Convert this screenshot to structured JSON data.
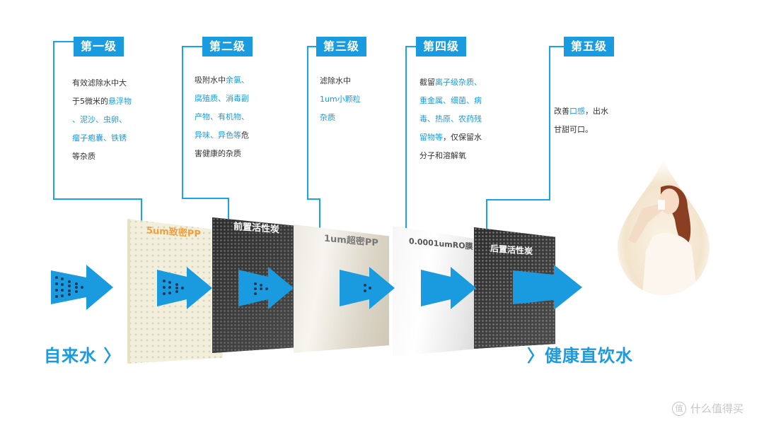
{
  "levels": [
    {
      "badge": "第一级",
      "lines": [
        [
          {
            "t": "有效滤除水中大",
            "hl": false
          }
        ],
        [
          {
            "t": "于5微米的",
            "hl": false
          },
          {
            "t": "悬浮物",
            "hl": true
          }
        ],
        [
          {
            "t": "、泥沙、虫卵、",
            "hl": true
          }
        ],
        [
          {
            "t": "瘤子疱囊、铁锈",
            "hl": true
          }
        ],
        [
          {
            "t": "等杂质",
            "hl": false
          }
        ]
      ],
      "filter_label": "5um致密PP"
    },
    {
      "badge": "第二级",
      "lines": [
        [
          {
            "t": "吸附水中",
            "hl": false
          },
          {
            "t": "余氯、",
            "hl": true
          }
        ],
        [
          {
            "t": "腐殖质、消毒副",
            "hl": true
          }
        ],
        [
          {
            "t": "产物、有机物、",
            "hl": true
          }
        ],
        [
          {
            "t": "异味、异色等",
            "hl": true
          },
          {
            "t": "危",
            "hl": false
          }
        ],
        [
          {
            "t": "害健康的杂质",
            "hl": false
          }
        ]
      ],
      "filter_label": "前置活性炭"
    },
    {
      "badge": "第三级",
      "lines": [
        [
          {
            "t": "滤除水中",
            "hl": false
          }
        ],
        [
          {
            "t": "1um小颗粒",
            "hl": true
          }
        ],
        [
          {
            "t": "杂质",
            "hl": true
          }
        ]
      ],
      "filter_label": "1um超密PP"
    },
    {
      "badge": "第四级",
      "lines": [
        [
          {
            "t": "截留",
            "hl": false
          },
          {
            "t": "离子级杂质、",
            "hl": true
          }
        ],
        [
          {
            "t": "重金属、细菌、病",
            "hl": true
          }
        ],
        [
          {
            "t": "毒、热原、农药残",
            "hl": true
          }
        ],
        [
          {
            "t": "留物等",
            "hl": true
          },
          {
            "t": "，仅保留水",
            "hl": false
          }
        ],
        [
          {
            "t": "分子和溶解氧",
            "hl": false
          }
        ]
      ],
      "filter_label": "0.0001umRO膜"
    },
    {
      "badge": "第五级",
      "lines": [
        [
          {
            "t": "改善",
            "hl": false
          },
          {
            "t": "口感",
            "hl": true
          },
          {
            "t": "，出水",
            "hl": false
          }
        ],
        [
          {
            "t": "甘甜可口。",
            "hl": false
          }
        ]
      ],
      "filter_label": "后置活性炭"
    }
  ],
  "input_label": "自来水 〉",
  "output_label": "〉健康直饮水",
  "watermark": {
    "icon": "值",
    "text": "什么值得买"
  },
  "colors": {
    "accent": "#1a9be0",
    "text": "#333333",
    "pp_label": "#f0a040"
  }
}
